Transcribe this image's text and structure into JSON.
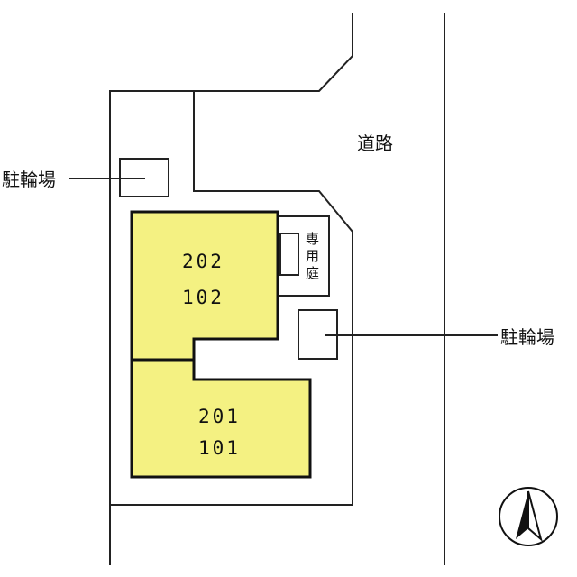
{
  "map": {
    "road_label": "道路",
    "parking_left_label": "駐輪場",
    "parking_right_label": "駐輪場",
    "private_garden": [
      "専",
      "用",
      "庭"
    ],
    "unit_upper": {
      "floor2": "202",
      "floor1": "102"
    },
    "unit_lower": {
      "floor2": "201",
      "floor1": "101"
    },
    "north_icon": "north-arrow-icon"
  },
  "colors": {
    "unit_fill": "#f4f182",
    "line": "#222222"
  }
}
